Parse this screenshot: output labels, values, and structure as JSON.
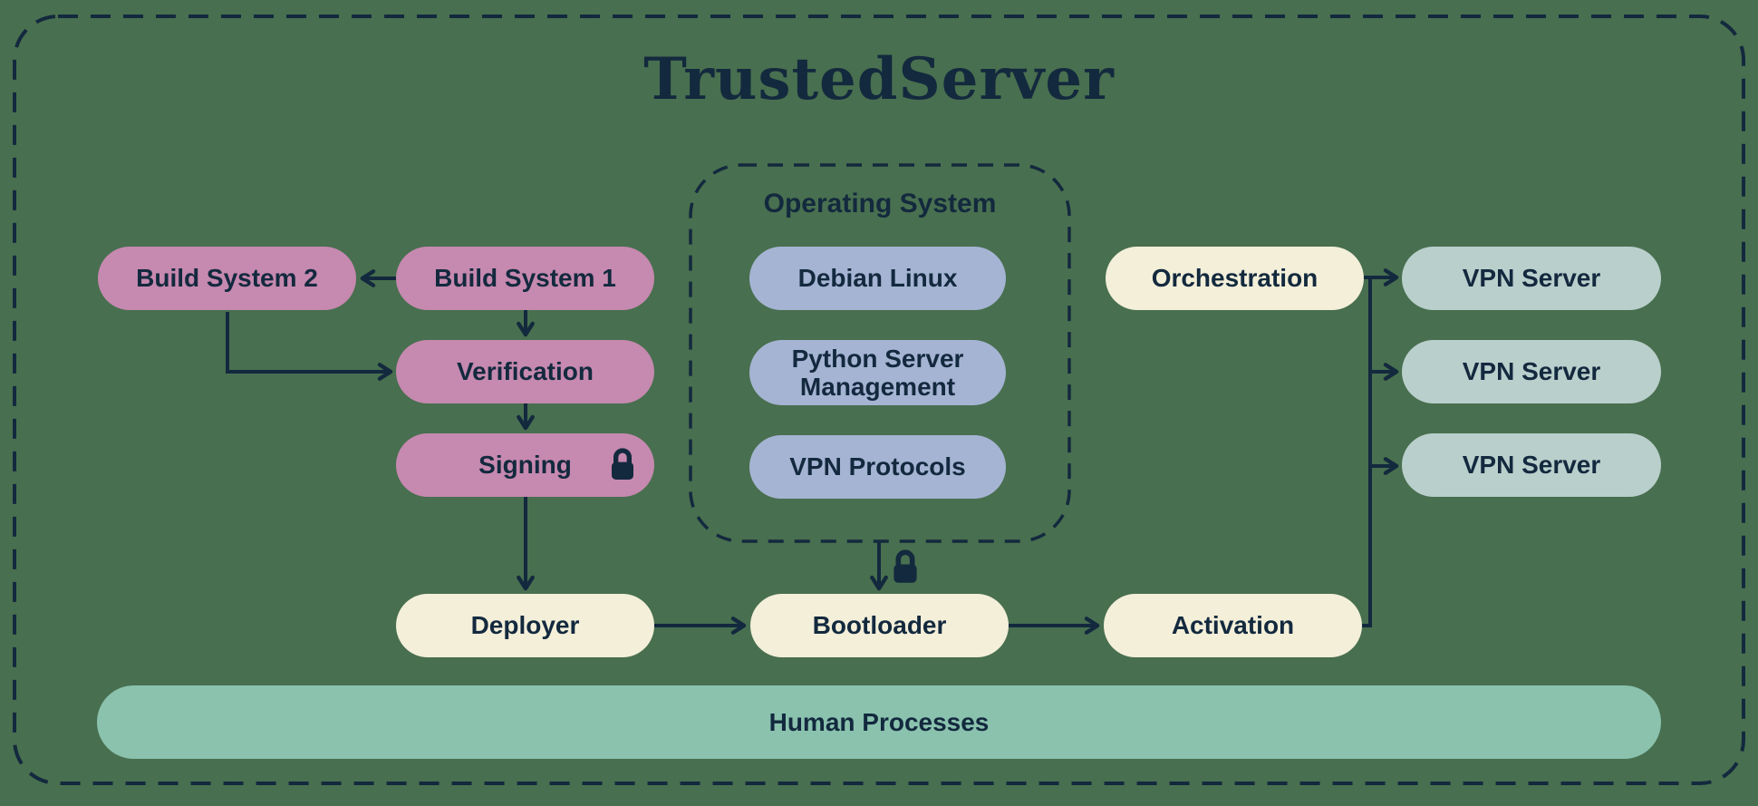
{
  "title": "TrustedServer",
  "palette": {
    "background": "#486F4F",
    "line_and_text": "#13293E",
    "build_chain_pink": "#C689AF",
    "os_component_periwinkle": "#A5B4D3",
    "process_cream": "#F3EFD9",
    "vpn_server_teal": "#B9CFCC",
    "human_processes_teal": "#8AC2AE"
  },
  "groups": {
    "operating_system": {
      "label": "Operating System"
    }
  },
  "nodes": {
    "build_system_2": {
      "label": "Build System 2"
    },
    "build_system_1": {
      "label": "Build System 1"
    },
    "verification": {
      "label": "Verification"
    },
    "signing": {
      "label": "Signing",
      "icon": "lock-icon"
    },
    "deployer": {
      "label": "Deployer"
    },
    "debian_linux": {
      "label": "Debian Linux"
    },
    "python_server_management": {
      "label": "Python Server Management"
    },
    "vpn_protocols": {
      "label": "VPN Protocols"
    },
    "bootloader": {
      "label": "Bootloader",
      "input_icon": "lock-icon"
    },
    "orchestration": {
      "label": "Orchestration"
    },
    "activation": {
      "label": "Activation"
    },
    "human_processes": {
      "label": "Human Processes"
    }
  },
  "vpn_servers": [
    {
      "label": "VPN Server"
    },
    {
      "label": "VPN Server"
    },
    {
      "label": "VPN Server"
    }
  ]
}
